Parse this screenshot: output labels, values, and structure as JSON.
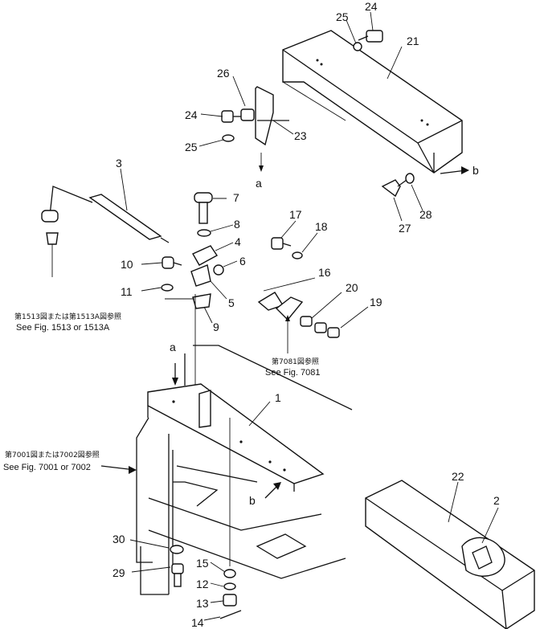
{
  "callouts": {
    "c1": "1",
    "c2": "2",
    "c3": "3",
    "c4": "4",
    "c5": "5",
    "c6": "6",
    "c7": "7",
    "c8": "8",
    "c9": "9",
    "c10": "10",
    "c11": "11",
    "c12": "12",
    "c13": "13",
    "c14": "14",
    "c15": "15",
    "c16": "16",
    "c17": "17",
    "c18": "18",
    "c19": "19",
    "c20": "20",
    "c21": "21",
    "c22": "22",
    "c23": "23",
    "c24a": "24",
    "c24b": "24",
    "c25a": "25",
    "c25b": "25",
    "c26": "26",
    "c27": "27",
    "c28": "28",
    "c29": "29",
    "c30": "30"
  },
  "markers": {
    "a_top": "a",
    "a_mid": "a",
    "b_top": "b",
    "b_mid": "b"
  },
  "references": {
    "fig1513_jp": "第1513図または第1513A図参照",
    "fig1513_en": "See Fig. 1513 or 1513A",
    "fig7081_jp": "第7081図参照",
    "fig7081_en": "See Fig. 7081",
    "fig7001_jp": "第7001図または7002図参照",
    "fig7001_en": "See Fig. 7001 or 7002"
  }
}
